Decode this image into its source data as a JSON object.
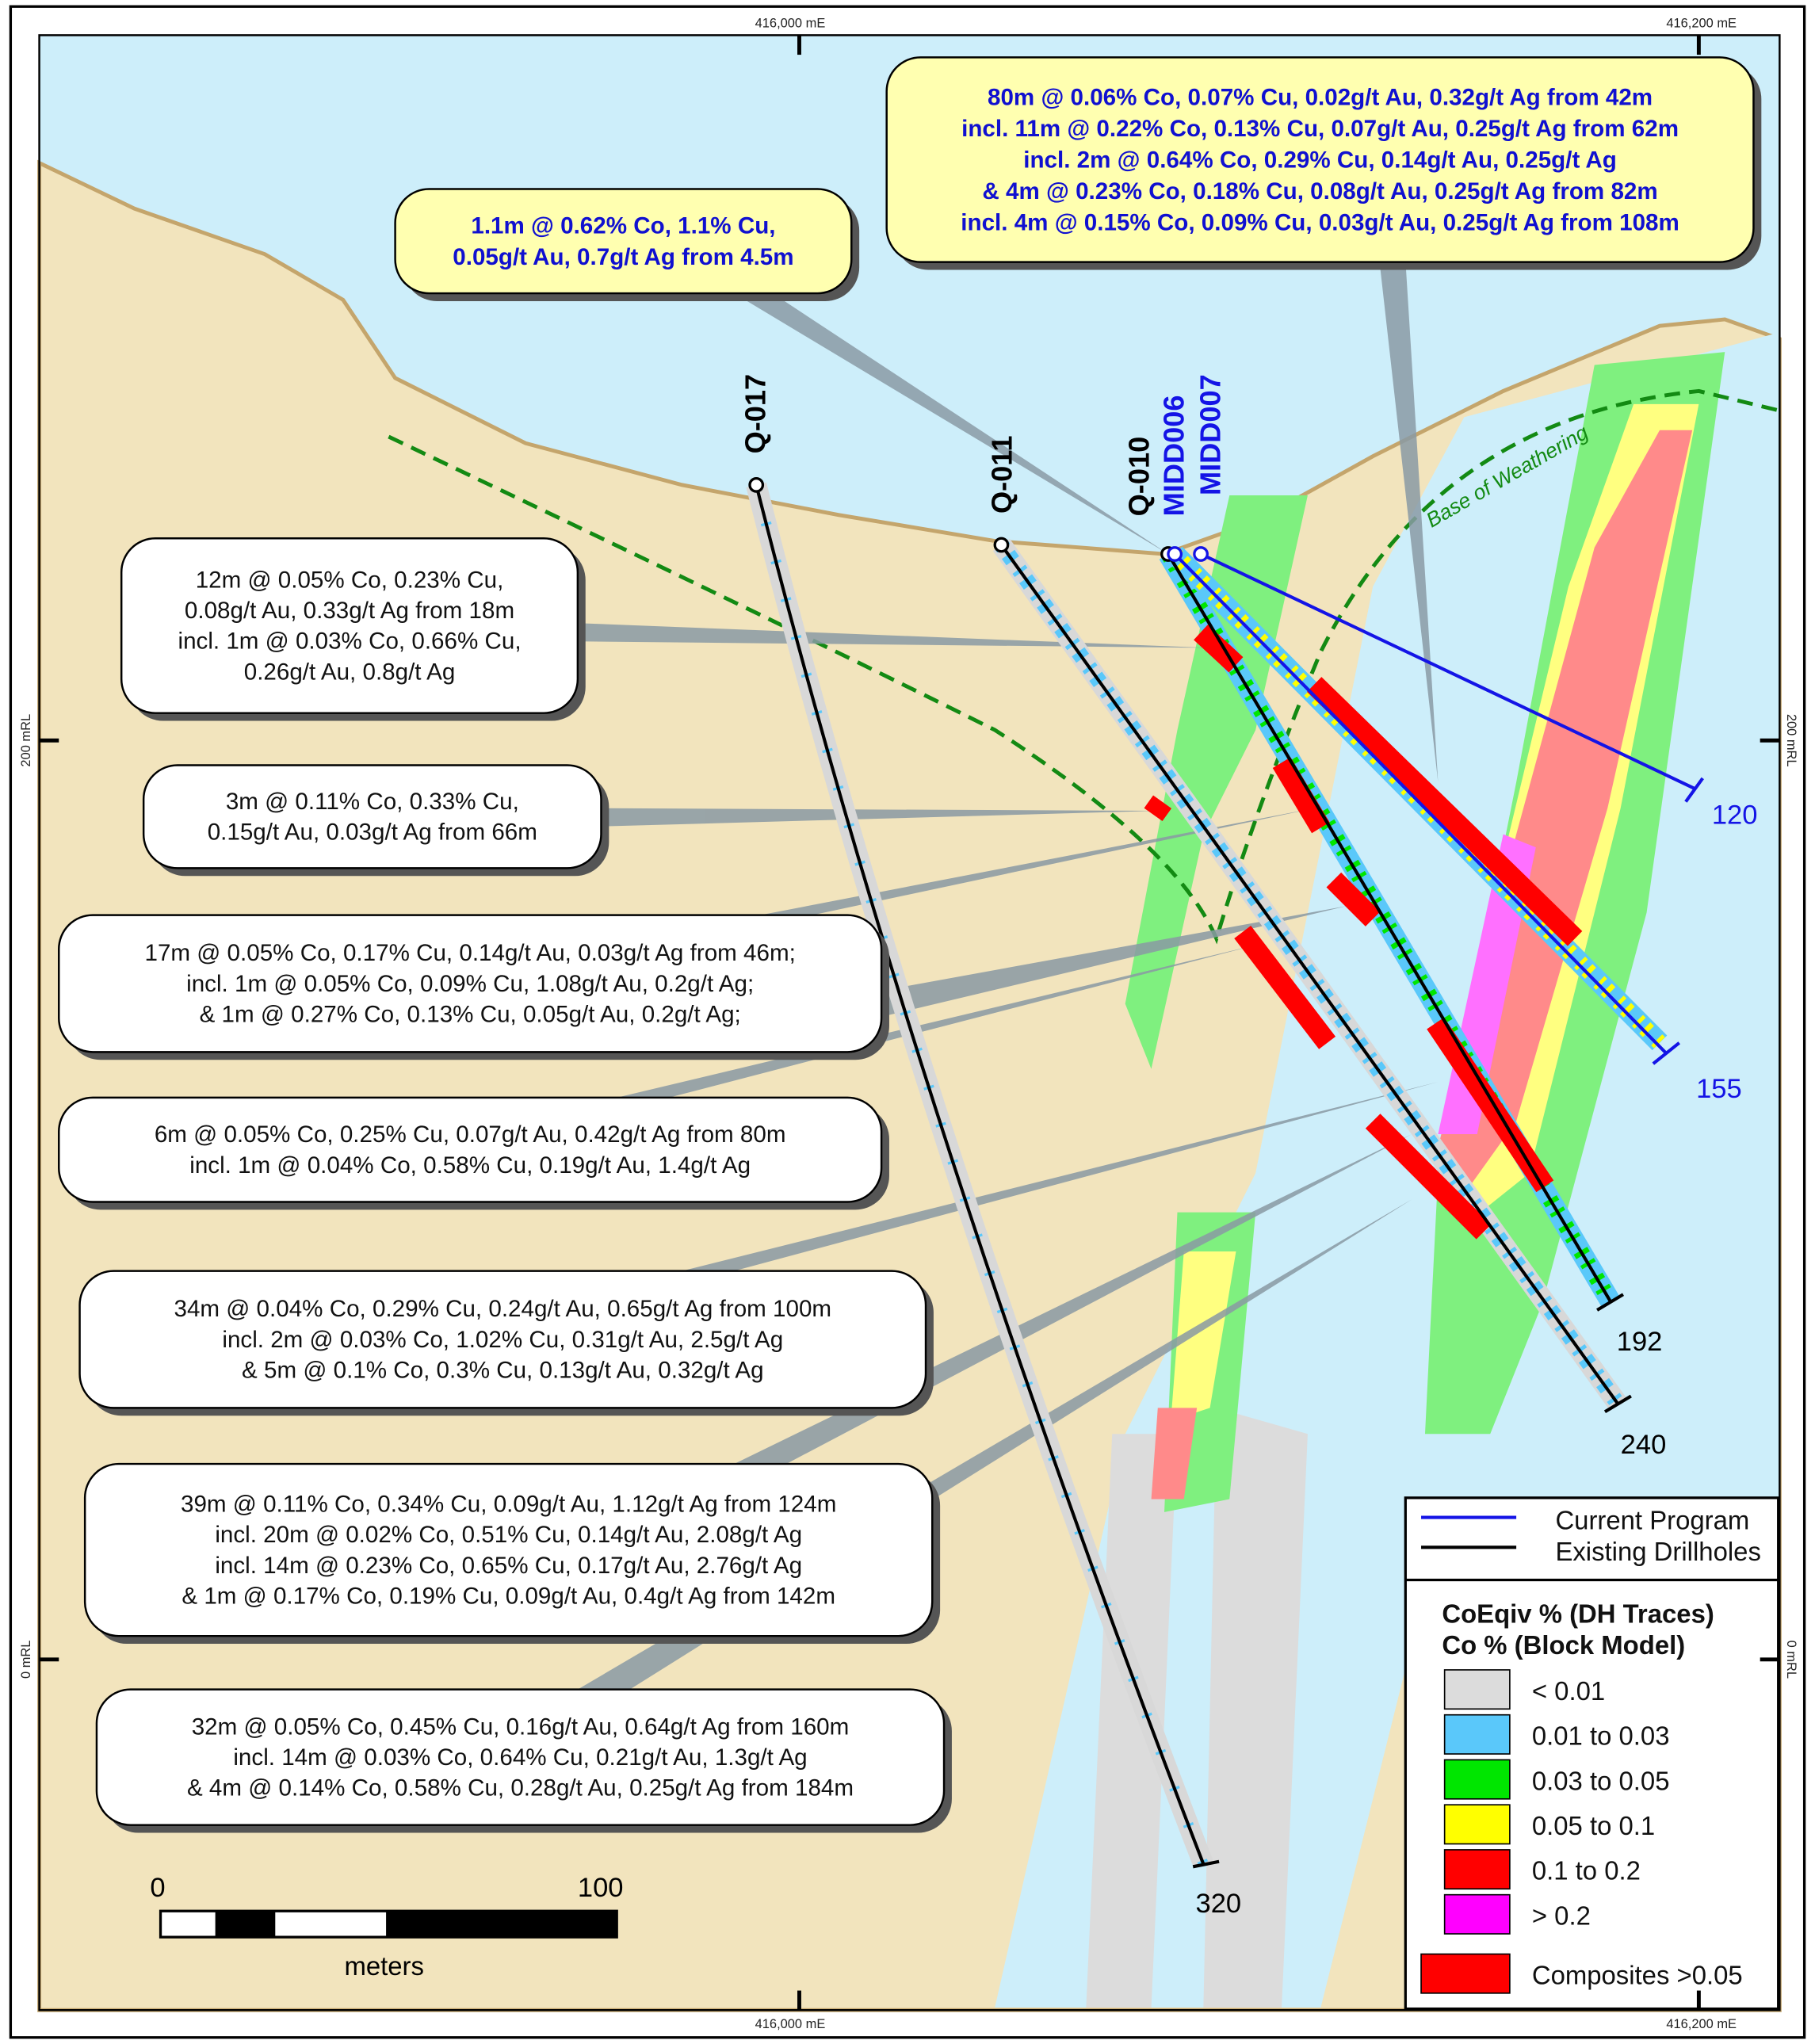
{
  "axes": {
    "top_left": "416,000 mE",
    "top_right": "416,200 mE",
    "bottom_left": "416,000 mE",
    "bottom_right": "416,200 mE",
    "left_200": "200 mRL",
    "right_200": "200 mRL",
    "left_0": "0 mRL",
    "right_0": "0 mRL"
  },
  "holes": {
    "q017": "Q-017",
    "q011": "Q-011",
    "q010": "Q-010",
    "midd006": "MIDD006",
    "midd007": "MIDD007",
    "end_q017": "320",
    "end_q011": "240",
    "end_q010": "192",
    "end_midd006": "155",
    "end_midd007": "120"
  },
  "weathering_label": "Base of Weathering",
  "yellow_callouts": [
    {
      "lines": [
        "1.1m @ 0.62% Co, 1.1% Cu,",
        "0.05g/t Au, 0.7g/t Ag from 4.5m"
      ]
    },
    {
      "lines": [
        "80m @ 0.06% Co, 0.07% Cu, 0.02g/t Au, 0.32g/t Ag from 42m",
        "incl. 11m @ 0.22% Co, 0.13% Cu, 0.07g/t Au, 0.25g/t Ag from 62m",
        "incl. 2m @ 0.64% Co, 0.29% Cu, 0.14g/t Au, 0.25g/t Ag",
        "& 4m @ 0.23% Co, 0.18% Cu, 0.08g/t Au, 0.25g/t Ag from 82m",
        "incl. 4m @ 0.15% Co, 0.09% Cu, 0.03g/t Au, 0.25g/t Ag from 108m"
      ]
    }
  ],
  "white_callouts": [
    {
      "lines": [
        "12m @ 0.05% Co, 0.23% Cu,",
        "0.08g/t Au, 0.33g/t Ag from 18m",
        "incl. 1m @ 0.03% Co, 0.66% Cu,",
        "0.26g/t Au, 0.8g/t Ag"
      ]
    },
    {
      "lines": [
        "3m @ 0.11% Co, 0.33% Cu,",
        "0.15g/t Au, 0.03g/t Ag from 66m"
      ]
    },
    {
      "lines": [
        "17m @ 0.05% Co, 0.17% Cu, 0.14g/t Au, 0.03g/t Ag from 46m;",
        "incl. 1m @ 0.05% Co, 0.09% Cu, 1.08g/t Au, 0.2g/t Ag;",
        "& 1m @ 0.27% Co, 0.13% Cu, 0.05g/t Au, 0.2g/t Ag;"
      ]
    },
    {
      "lines": [
        "6m @ 0.05% Co, 0.25% Cu, 0.07g/t Au, 0.42g/t Ag from 80m",
        "incl. 1m @ 0.04% Co, 0.58% Cu, 0.19g/t Au, 1.4g/t Ag"
      ]
    },
    {
      "lines": [
        "34m @ 0.04% Co, 0.29% Cu, 0.24g/t Au, 0.65g/t Ag from 100m",
        "incl. 2m @ 0.03% Co, 1.02% Cu, 0.31g/t Au, 2.5g/t Ag",
        "& 5m @ 0.1% Co, 0.3% Cu, 0.13g/t Au, 0.32g/t Ag"
      ]
    },
    {
      "lines": [
        "39m @ 0.11% Co, 0.34% Cu, 0.09g/t Au, 1.12g/t Ag from 124m",
        "incl. 20m @ 0.02% Co, 0.51% Cu, 0.14g/t Au, 2.08g/t Ag",
        "incl. 14m @ 0.23% Co, 0.65% Cu, 0.17g/t Au, 2.76g/t Ag",
        "& 1m @ 0.17% Co, 0.19% Cu, 0.09g/t Au, 0.4g/t Ag from 142m"
      ]
    },
    {
      "lines": [
        "32m @ 0.05% Co, 0.45% Cu, 0.16g/t Au, 0.64g/t Ag from 160m",
        "incl. 14m @ 0.03% Co, 0.64% Cu, 0.21g/t Au, 1.3g/t Ag",
        "& 4m @ 0.14% Co, 0.58% Cu, 0.28g/t Au, 0.25g/t Ag from 184m"
      ]
    }
  ],
  "scale_bar": {
    "start": "0",
    "end": "100",
    "unit": "meters"
  },
  "legend": {
    "current": "Current Program",
    "existing": "Existing Drillholes",
    "title1": "CoEqiv % (DH Traces)",
    "title2": "Co % (Block Model)",
    "classes": [
      {
        "label": "< 0.01",
        "color": "#dcdcdc"
      },
      {
        "label": "0.01 to 0.03",
        "color": "#5ac8fa"
      },
      {
        "label": "0.03 to 0.05",
        "color": "#00e600"
      },
      {
        "label": "0.05 to 0.1",
        "color": "#ffff00"
      },
      {
        "label": "0.1 to 0.2",
        "color": "#ff0000"
      },
      {
        "label": "> 0.2",
        "color": "#ff00ff"
      }
    ],
    "composites": "Composites >0.05",
    "composites_color": "#ff0000"
  },
  "colors": {
    "sky": "#cdeefa",
    "ground": "#f2e4bd",
    "current": "#1414e6",
    "existing": "#000000",
    "weathering": "#138a13"
  }
}
